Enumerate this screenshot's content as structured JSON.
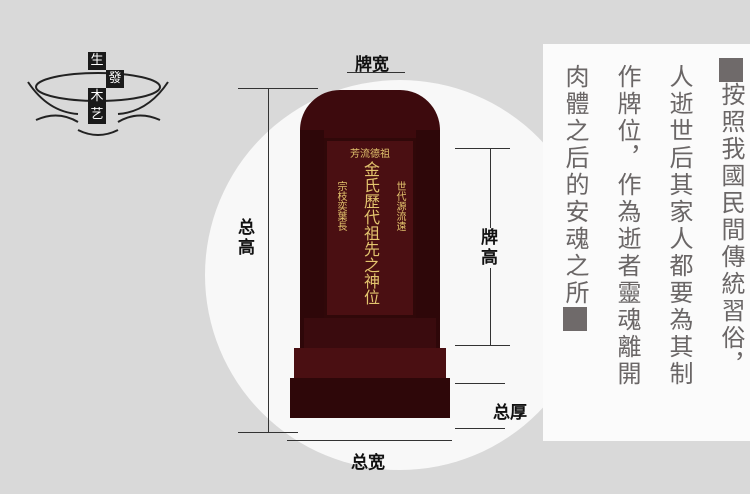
{
  "logo": {
    "chars": [
      "生",
      "發",
      "木",
      "艺"
    ]
  },
  "dimensions": {
    "plaque_width": "牌宽",
    "total_height": "总高",
    "plaque_height": "牌高",
    "total_depth": "总厚",
    "total_width": "总宽"
  },
  "tablet": {
    "top": "祖德流芳",
    "center": "金氏歷代祖先之神位",
    "right": "世代源流遠",
    "left": "宗枝奕葉長"
  },
  "description": {
    "columns": [
      "按照我國民間傳統習俗，",
      "人逝世后其家人都要為其制",
      "作牌位，作為逝者靈魂離開",
      "肉體之后的安魂之所"
    ]
  },
  "colors": {
    "background": "#d9d9d9",
    "wood": "#4a0f12",
    "gold": "#e3c46e",
    "text": "#6a6666"
  }
}
